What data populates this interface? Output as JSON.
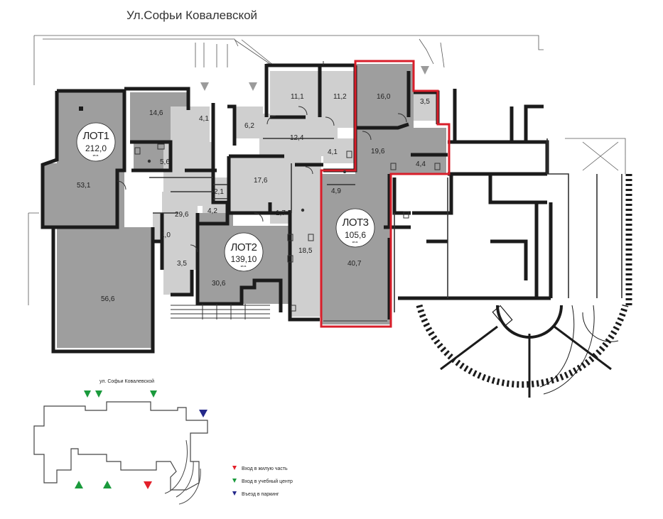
{
  "street_top": "Ул.Софьи Ковалевской",
  "street_mini": "ул. Софьи Ковалевской",
  "lots": [
    {
      "label": "ЛОТ1",
      "area": "212,0",
      "unit": "кв.м."
    },
    {
      "label": "ЛОТ2",
      "area": "139,10",
      "unit": "кв.м."
    },
    {
      "label": "ЛОТ3",
      "area": "105,6",
      "unit": "кв.м."
    }
  ],
  "rooms": [
    "53,1",
    "56,6",
    "14,6",
    "5,6",
    "29,6",
    "1,0",
    "3,5",
    "4,1",
    "6,2",
    "12,4",
    "11,1",
    "11,2",
    "4,1",
    "17,6",
    "2,1",
    "4,2",
    "1,7",
    "30,6",
    "18,5",
    "16,0",
    "3,5",
    "19,6",
    "4,4",
    "4,9",
    "40,7"
  ],
  "legend": [
    {
      "label": "Вход в жилую часть",
      "color": "#e3202a"
    },
    {
      "label": "Вход в учебный центр",
      "color": "#1a9a3c"
    },
    {
      "label": "Въезд в паркинг",
      "color": "#24288a"
    }
  ],
  "colors": {
    "lot_fill": "#9e9e9e",
    "shared_fill": "#cfcfcf",
    "wall": "#1b1b1b",
    "highlight": "#d81e2a",
    "entry_arrow": "#9b9b9b"
  },
  "icons": [
    "door-swing-icon",
    "entry-arrow-icon",
    "toilet-icon",
    "wheelchair-icon"
  ]
}
